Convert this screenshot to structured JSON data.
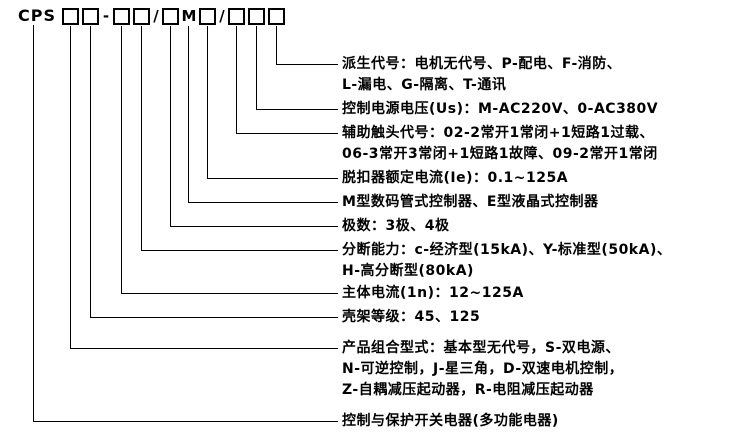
{
  "code": {
    "prefix": "CPS",
    "separator_dash": "-",
    "separator_slash1": "/",
    "letter_m": "M",
    "separator_slash2": "/"
  },
  "labels": {
    "derived_code": "派生代号：电机无代号、P-配电、F-消防、\nL-漏电、G-隔离、T-通讯",
    "control_voltage": "控制电源电压(Us)：M-AC220V、0-AC380V",
    "aux_contact": "辅助触头代号：02-2常开1常闭+1短路1过载、\n06-3常开3常闭+1短路1故障、09-2常开1常闭",
    "trip_current": "脱扣器额定电流(Ie)：0.1~125A",
    "controller_type": "M型数码管式控制器、E型液晶式控制器",
    "poles": "极数：3极、4极",
    "breaking_capacity": "分断能力：c-经济型(15kA)、Y-标准型(50kA)、\nH-高分断型(80kA)",
    "main_current": "主体电流(1n)：12~125A",
    "frame_level": "壳架等级：45、125",
    "product_combination": "产品组合型式：基本型无代号，S-双电源、\nN-可逆控制，J-星三角，D-双速电机控制，\nZ-自耦减压起动器，R-电阻减压起动器",
    "product_name": "控制与保护开关电器(多功能电器)"
  }
}
